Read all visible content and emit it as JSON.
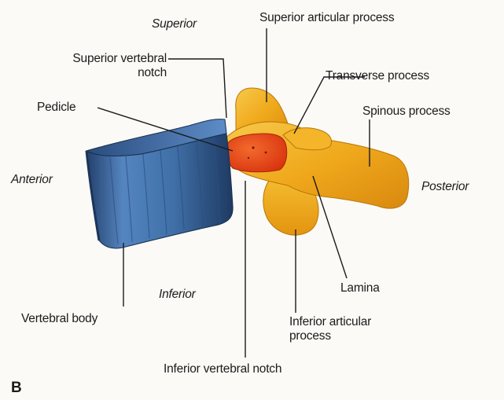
{
  "figure_letter": "B",
  "directions": {
    "superior": "Superior",
    "inferior": "Inferior",
    "anterior": "Anterior",
    "posterior": "Posterior"
  },
  "labels": {
    "superior_articular_process": "Superior articular process",
    "superior_vertebral_notch_line1": "Superior vertebral",
    "superior_vertebral_notch_line2": "notch",
    "transverse_process": "Transverse process",
    "pedicle": "Pedicle",
    "spinous_process": "Spinous process",
    "vertebral_body": "Vertebral body",
    "lamina": "Lamina",
    "inferior_articular_process_line1": "Inferior articular",
    "inferior_articular_process_line2": "process",
    "inferior_vertebral_notch": "Inferior vertebral notch"
  },
  "colors": {
    "vertebral_body": "#3f6fa6",
    "pedicle": "#e4431d",
    "processes": "#f0a91c",
    "leader_lines": "#1b1b1b"
  }
}
